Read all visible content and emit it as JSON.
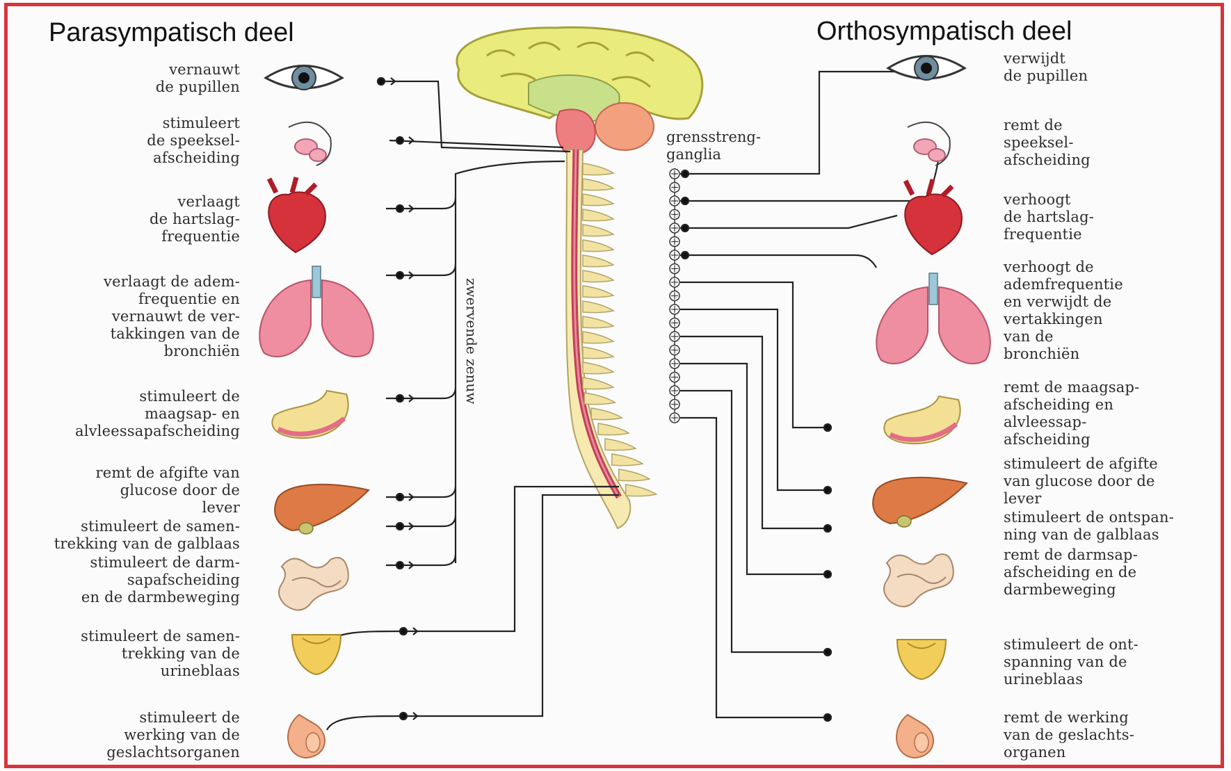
{
  "titles": {
    "left": "Parasympatisch deel",
    "right": "Orthosympatisch deel"
  },
  "structures": {
    "ganglia": "grensstreng-\nganglia",
    "vagus": "zwervende zenuw"
  },
  "parasympathetic": [
    {
      "organ": "eye-icon",
      "effect": "vernauwt\nde pupillen"
    },
    {
      "organ": "salivary-gland-icon",
      "effect": "stimuleert\nde speeksel-\nafscheiding"
    },
    {
      "organ": "heart-icon",
      "effect": "verlaagt\nde hartslag-\nfrequentie"
    },
    {
      "organ": "lungs-icon",
      "effect": "verlaagt de adem-\nfrequentie en\nvernauwt de ver-\ntakkingen van de\nbronchiën"
    },
    {
      "organ": "stomach-icon",
      "effect": "stimuleert de\nmaagsap- en\nalvleessapafscheiding"
    },
    {
      "organ": "liver-icon",
      "effect": "remt de afgifte van\nglucose door de\nlever"
    },
    {
      "organ": "gallbladder",
      "effect": "stimuleert de samen-\ntrekking van de galblaas"
    },
    {
      "organ": "intestine-icon",
      "effect": "stimuleert de darm-\nsapafscheiding\nen de darmbeweging"
    },
    {
      "organ": "bladder-icon",
      "effect": "stimuleert de samen-\ntrekking van de\nurineblaas"
    },
    {
      "organ": "genitals-icon",
      "effect": "stimuleert de\nwerking van de\ngeslachtsorganen"
    }
  ],
  "orthosympathetic": [
    {
      "organ": "eye-icon",
      "effect": "verwijdt\nde pupillen"
    },
    {
      "organ": "salivary-gland-icon",
      "effect": "remt de\nspeeksel-\nafscheiding"
    },
    {
      "organ": "heart-icon",
      "effect": "verhoogt\nde hartslag-\nfrequentie"
    },
    {
      "organ": "lungs-icon",
      "effect": "verhoogt de\nademfrequentie\nen verwijdt de\nvertakkingen\nvan de\nbronchiën"
    },
    {
      "organ": "stomach-icon",
      "effect": "remt de maagsap-\nafscheiding en\nalvleessap-\nafscheiding"
    },
    {
      "organ": "liver-icon",
      "effect": "stimuleert de afgifte\nvan glucose door de\nlever"
    },
    {
      "organ": "gallbladder",
      "effect": "stimuleert de ontspan-\nning van de galblaas"
    },
    {
      "organ": "intestine-icon",
      "effect": "remt de darmsap-\nafscheiding en de\ndarmbeweging"
    },
    {
      "organ": "bladder-icon",
      "effect": "stimuleert de ont-\nspanning van de\nurineblaas"
    },
    {
      "organ": "genitals-icon",
      "effect": "remt de werking\nvan de geslachts-\norganen"
    }
  ]
}
